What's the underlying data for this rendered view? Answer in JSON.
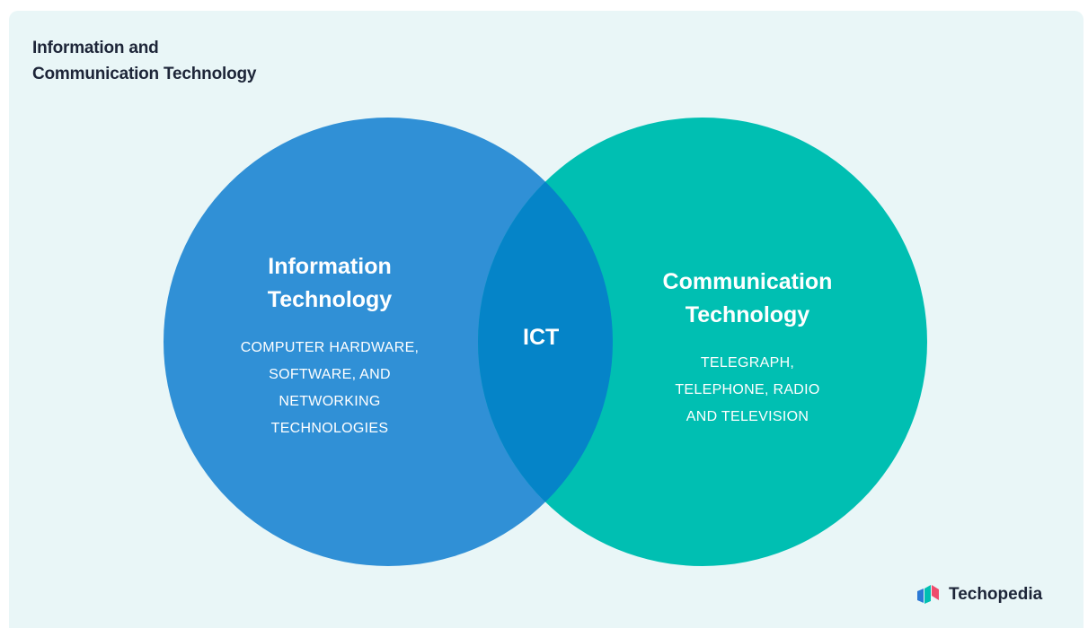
{
  "title": {
    "line1": "Information and",
    "line2": "Communication Technology"
  },
  "left_set": {
    "heading_line1": "Information",
    "heading_line2": "Technology",
    "desc_lines": [
      "COMPUTER HARDWARE,",
      "SOFTWARE, AND",
      "NETWORKING",
      "TECHNOLOGIES"
    ],
    "color": "#3090d6"
  },
  "right_set": {
    "heading_line1": "Communication",
    "heading_line2": "Technology",
    "desc_lines": [
      "TELEGRAPH,",
      "TELEPHONE, RADIO",
      "AND TELEVISION"
    ],
    "color": "#00bfb2"
  },
  "intersection": {
    "label": "ICT",
    "color": "#0584c8"
  },
  "brand": {
    "name": "Techopedia",
    "icon": "techopedia-logo-icon"
  },
  "background_color": "#e9f6f7"
}
